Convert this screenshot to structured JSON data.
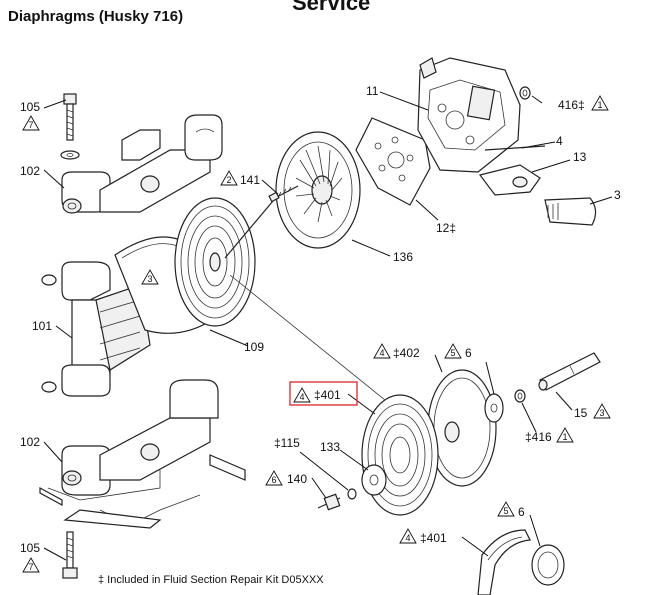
{
  "header": {
    "title": "Service",
    "subtitle": "Diaphragms (Husky 716)"
  },
  "callouts": {
    "c105_top": "105",
    "c102_top": "102",
    "c101": "101",
    "c102_bottom": "102",
    "c105_bottom": "105",
    "c141": "141",
    "c11": "11",
    "c416_top": "416‡",
    "c4": "4",
    "c13": "13",
    "c3": "3",
    "c12": "12‡",
    "c136": "136",
    "c109": "109",
    "c402": "‡402",
    "c6_mid": "6",
    "c15": "15",
    "c401_boxed": "‡401",
    "c416_mid": "‡416",
    "c115": "‡115",
    "c133": "133",
    "c140": "140",
    "c401_bottom": "‡401",
    "c6_bottom": "6"
  },
  "triangles": {
    "t105_top": "7",
    "t141": "2",
    "t416_top": "1",
    "t109_clamp": "3",
    "t402": "4",
    "t6_mid": "5",
    "t15": "3",
    "t401_boxed": "4",
    "t416_mid": "1",
    "t140": "6",
    "t401_bottom": "4",
    "t6_bottom": "5",
    "t105_bottom": "7"
  },
  "footnote": "‡ Included in Fluid Section Repair Kit D05XXX",
  "colors": {
    "highlight_box": "#d9262c",
    "line": "#222222"
  }
}
